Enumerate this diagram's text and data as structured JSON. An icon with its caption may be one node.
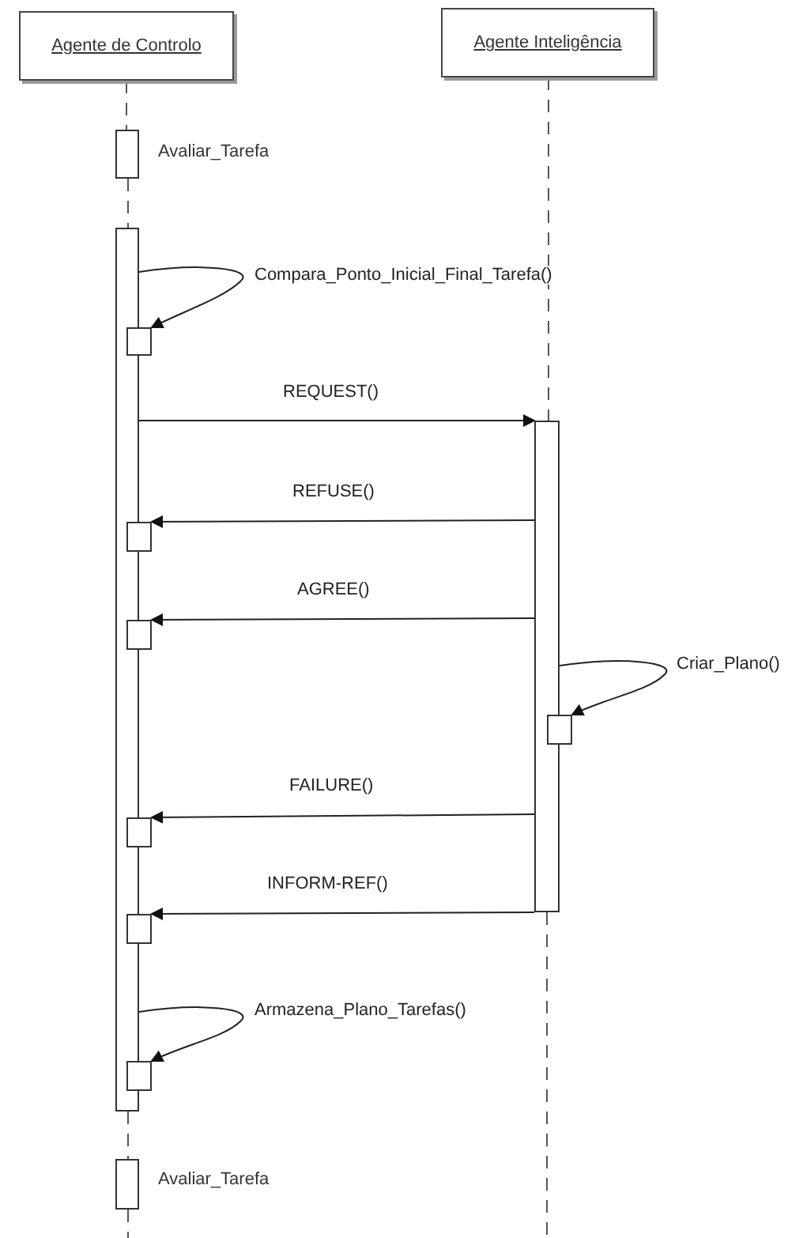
{
  "diagram": {
    "nodes": [
      {
        "text": [
          "Agente de Controlo"
        ]
      },
      {
        "text": [
          "Agente Inteligência"
        ]
      },
      {
        "text": [],
        "shape": "box",
        "beside": [
          "Avaliar_Tarefa"
        ]
      },
      {
        "text": [],
        "shape": "box"
      },
      {
        "text": [],
        "shape": "box"
      },
      {
        "text": [],
        "shape": "box"
      },
      {
        "text": [],
        "shape": "box"
      },
      {
        "text": [],
        "shape": "box"
      },
      {
        "text": [],
        "shape": "box"
      },
      {
        "text": [],
        "shape": "box"
      },
      {
        "text": [],
        "shape": "box"
      },
      {
        "text": [],
        "shape": "box"
      },
      {
        "text": [],
        "shape": "box",
        "beside": [
          "Avaliar_Tarefa"
        ]
      }
    ],
    "edges": [
      {
        "from": 3,
        "to": 4,
        "arrow": "to",
        "label": "Compara_Ponto_Inicial_Final_Tarefa()"
      },
      {
        "from": 3,
        "to": 5,
        "arrow": "to",
        "label": "REQUEST()"
      },
      {
        "from": 5,
        "to": 6,
        "arrow": "to",
        "label": "REFUSE()"
      },
      {
        "from": 5,
        "to": 7,
        "arrow": "to",
        "label": "AGREE()"
      },
      {
        "from": 5,
        "to": 8,
        "arrow": "to",
        "label": "Criar_Plano()"
      },
      {
        "from": 5,
        "to": 9,
        "arrow": "to",
        "label": "FAILURE()"
      },
      {
        "from": 5,
        "to": 10,
        "arrow": "to",
        "label": "INFORM-REF()"
      },
      {
        "from": 3,
        "to": 11,
        "arrow": "to",
        "label": "Armazena_Plano_Tarefas()"
      },
      {
        "from": 0,
        "to": 2,
        "arrow": "none",
        "style": "dashed"
      },
      {
        "from": 2,
        "to": 3,
        "arrow": "none",
        "style": "dashed"
      },
      {
        "from": 3,
        "to": 12,
        "arrow": "none",
        "style": "dashed"
      },
      {
        "from": 12,
        "to": null,
        "arrow": "none",
        "style": "dashed"
      },
      {
        "from": 1,
        "to": 5,
        "arrow": "none",
        "style": "dashed"
      },
      {
        "from": 5,
        "to": null,
        "arrow": "none",
        "style": "dashed"
      }
    ]
  }
}
